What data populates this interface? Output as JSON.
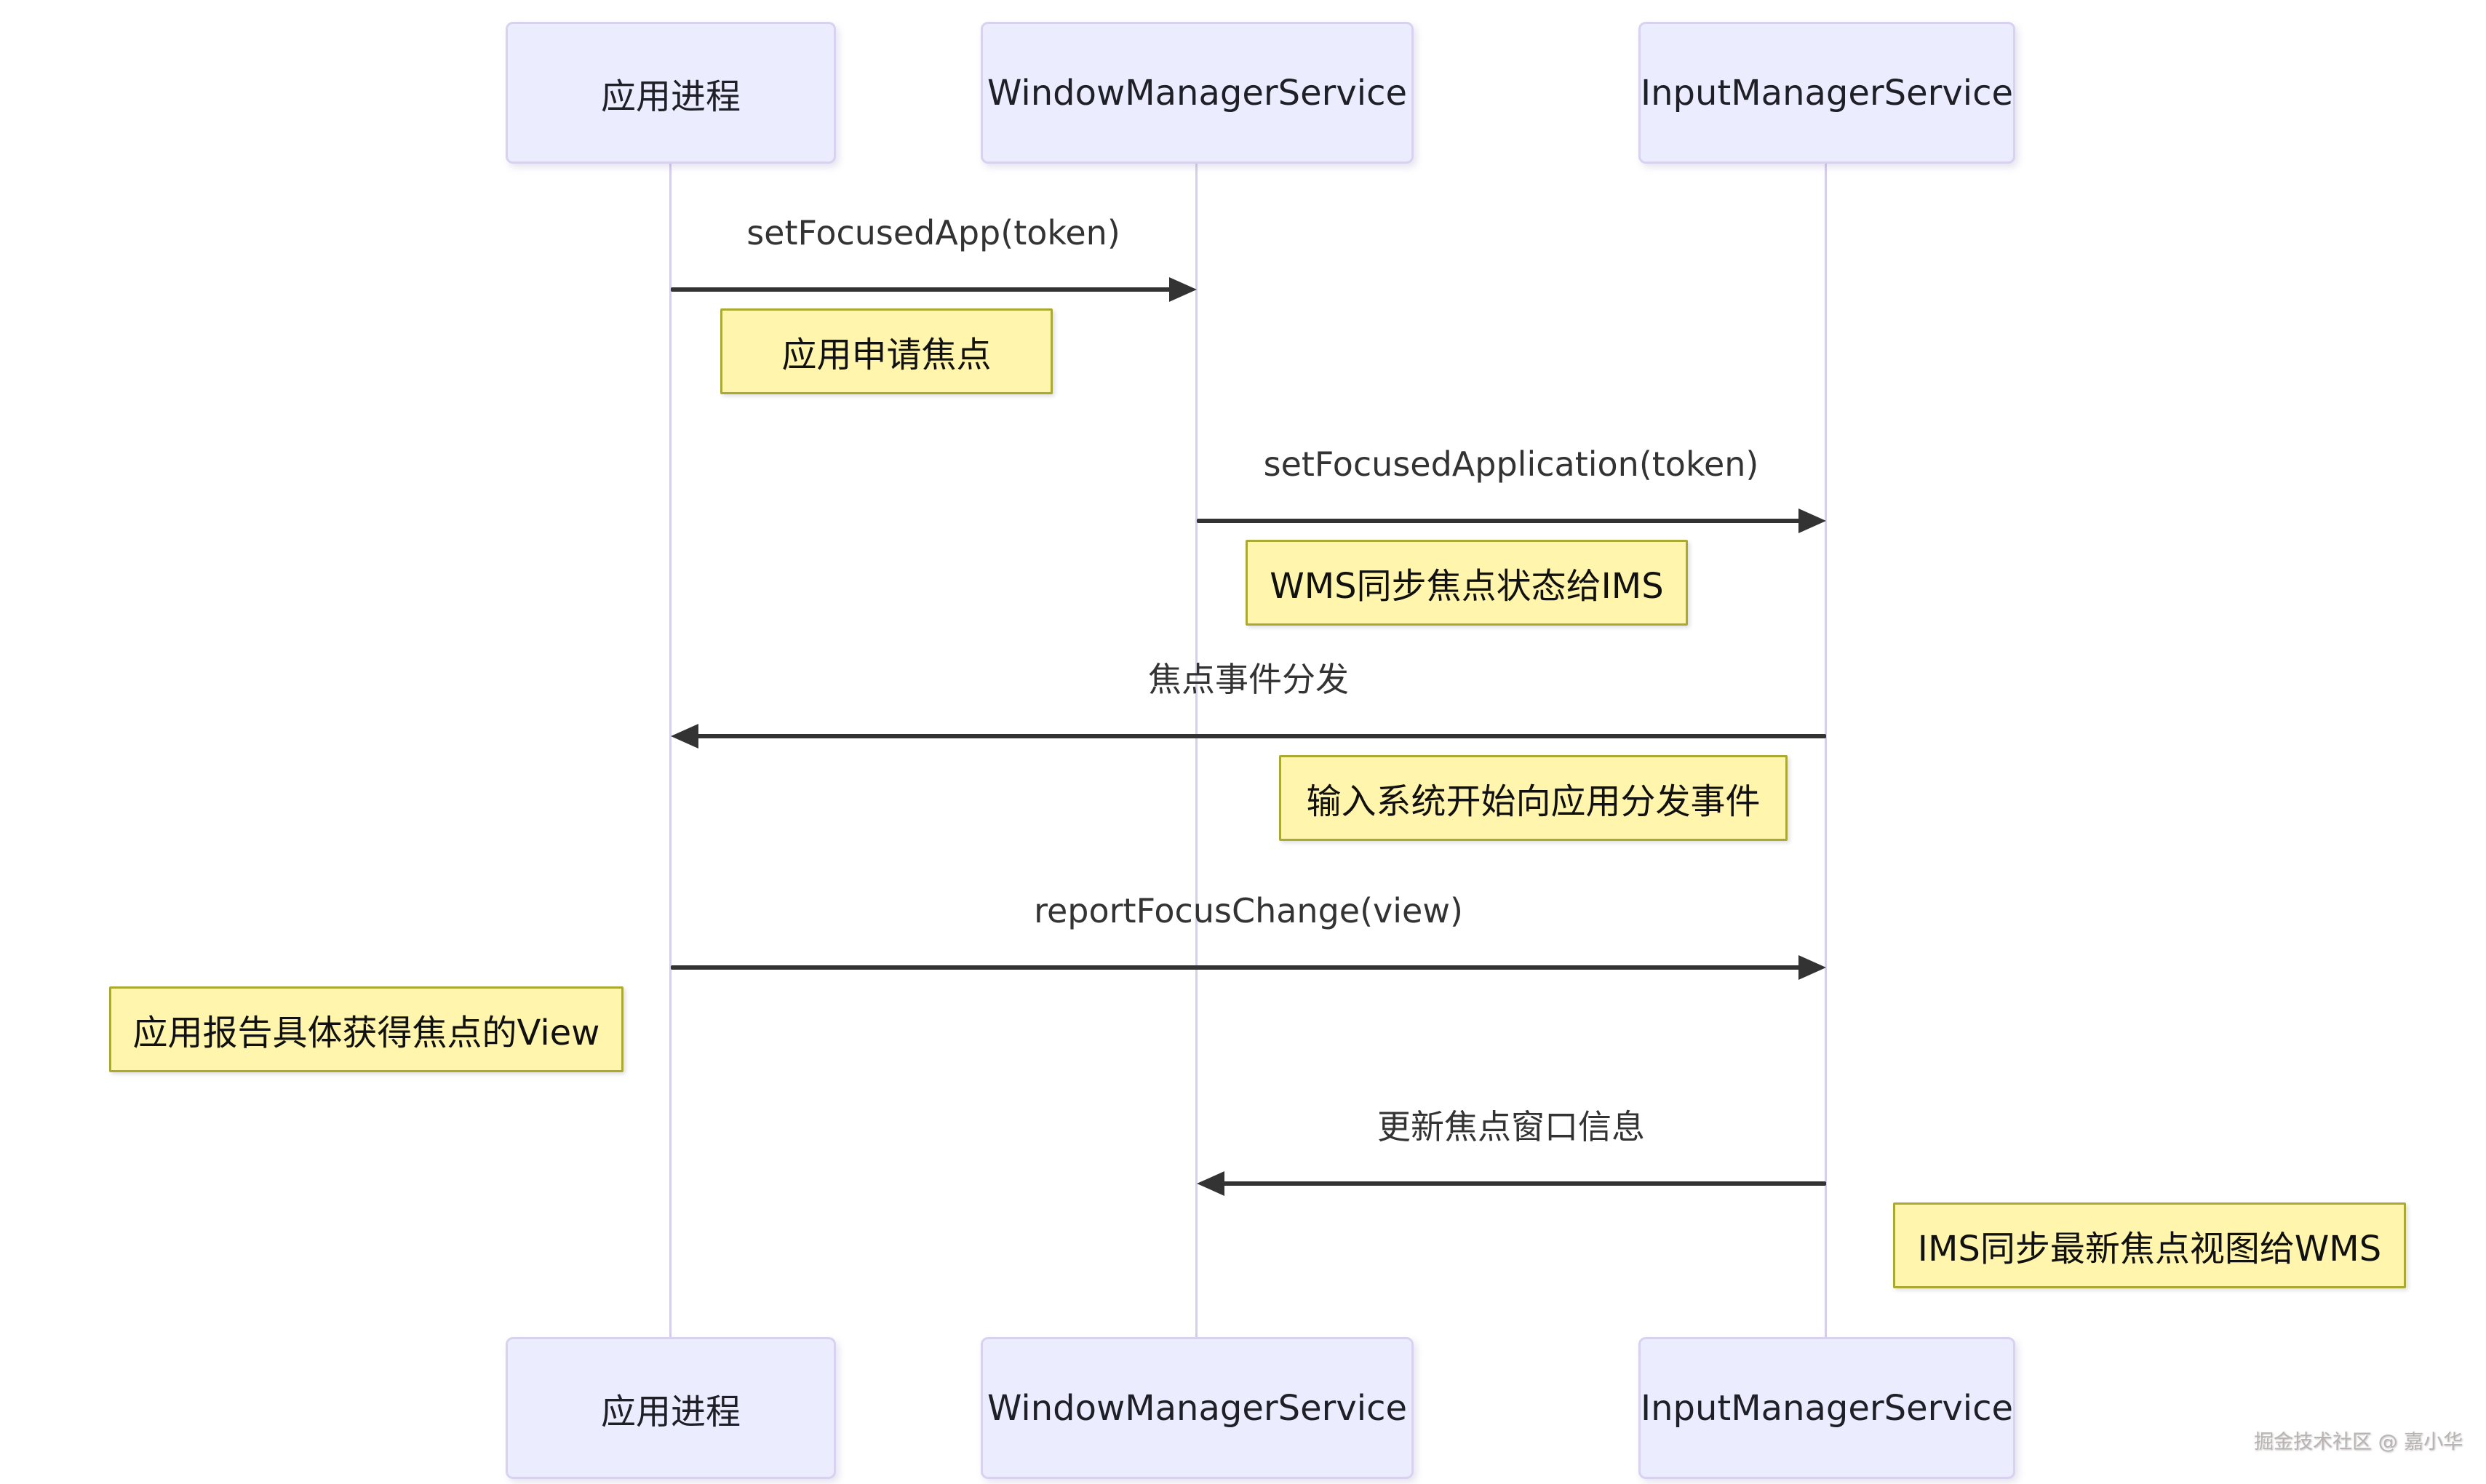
{
  "diagram": {
    "type": "sequence-diagram",
    "actors": [
      {
        "id": "app",
        "label": "应用进程"
      },
      {
        "id": "wms",
        "label": "WindowManagerService"
      },
      {
        "id": "ims",
        "label": "InputManagerService"
      }
    ],
    "messages": [
      {
        "label": "setFocusedApp(token)",
        "from": "应用进程",
        "to": "WindowManagerService",
        "direction": "right"
      },
      {
        "label": "setFocusedApplication(token)",
        "from": "WindowManagerService",
        "to": "InputManagerService",
        "direction": "right"
      },
      {
        "label": "焦点事件分发",
        "from": "InputManagerService",
        "to": "应用进程",
        "direction": "left"
      },
      {
        "label": "reportFocusChange(view)",
        "from": "应用进程",
        "to": "InputManagerService",
        "direction": "right"
      },
      {
        "label": "更新焦点窗口信息",
        "from": "InputManagerService",
        "to": "WindowManagerService",
        "direction": "left"
      }
    ],
    "notes": [
      {
        "label": "应用申请焦点",
        "anchor": "right of 应用进程"
      },
      {
        "label": "WMS同步焦点状态给IMS",
        "anchor": "right of WindowManagerService"
      },
      {
        "label": "输入系统开始向应用分发事件",
        "anchor": "right of WindowManagerService"
      },
      {
        "label": "应用报告具体获得焦点的View",
        "anchor": "left of 应用进程"
      },
      {
        "label": "IMS同步最新焦点视图给WMS",
        "anchor": "right of InputManagerService"
      }
    ],
    "watermark": "掘金技术社区 @ 嘉小华",
    "colors": {
      "actor_fill": "#ECECFF",
      "actor_border": "#d8d2f0",
      "note_fill": "#fff5ad",
      "note_border": "#aaaa33",
      "arrow": "#333333",
      "lifeline": "#d5cfeb"
    }
  }
}
